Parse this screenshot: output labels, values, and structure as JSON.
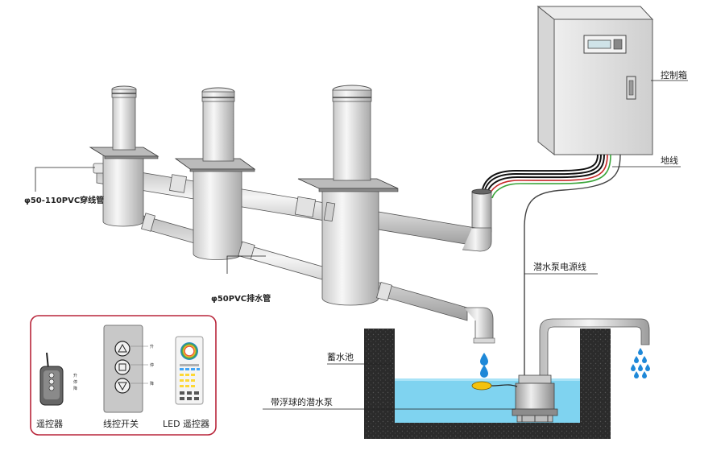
{
  "labels": {
    "control_box": "控制箱",
    "ground_wire": "地线",
    "conduit_pipe": "φ50-110PVC穿线管",
    "drain_pipe": "φ50PVC排水管",
    "pump_power_line": "潜水泵电源线",
    "reservoir": "蓄水池",
    "pump_with_float": "带浮球的潜水泵"
  },
  "controls": {
    "remote_caption": "遥控器",
    "wired_switch_caption": "线控开关",
    "led_remote_caption": "LED 遥控器",
    "up": "升",
    "stop": "停",
    "down": "降"
  },
  "colors": {
    "accent_frame": "#b8253a",
    "water": "#7fd3f0",
    "water_drop": "#1e88d8",
    "ground_wire": "#3aa53a",
    "soil": "#2b2b2b"
  }
}
